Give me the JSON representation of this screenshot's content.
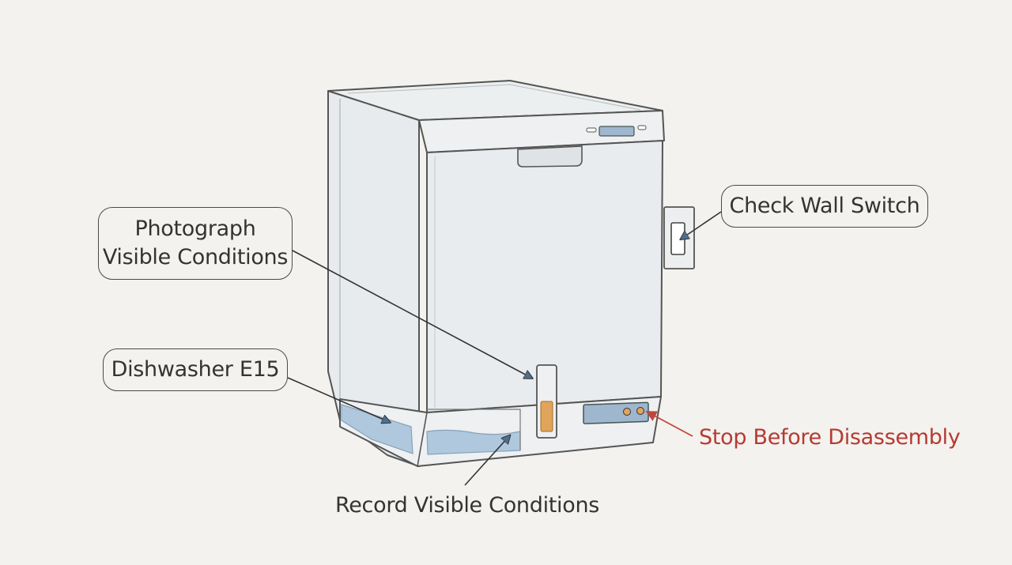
{
  "labels": {
    "photograph": {
      "line1": "Photograph",
      "line2": "Visible Conditions"
    },
    "error_code": "Dishwasher E15",
    "wall_switch": "Check Wall Switch",
    "stop": "Stop Before Disassembly",
    "record": "Record Visible Conditions"
  },
  "colors": {
    "background": "#f3f2ee",
    "outline": "#4a4a4a",
    "warning": "#b53a33",
    "water": "#a9c4dc",
    "indicator": "#e0a45a",
    "panel_blue": "#9fb6cf"
  }
}
